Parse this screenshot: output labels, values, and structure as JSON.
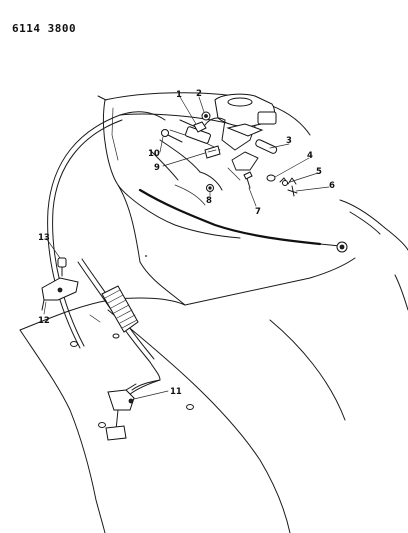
{
  "header": {
    "doc_id": "6114 3800"
  },
  "callouts": {
    "c1": "1",
    "c2": "2",
    "c3": "3",
    "c4": "4",
    "c5": "5",
    "c6": "6",
    "c7": "7",
    "c8": "8",
    "c9": "9",
    "c10": "10",
    "c11": "11",
    "c12": "12",
    "c13": "13"
  }
}
